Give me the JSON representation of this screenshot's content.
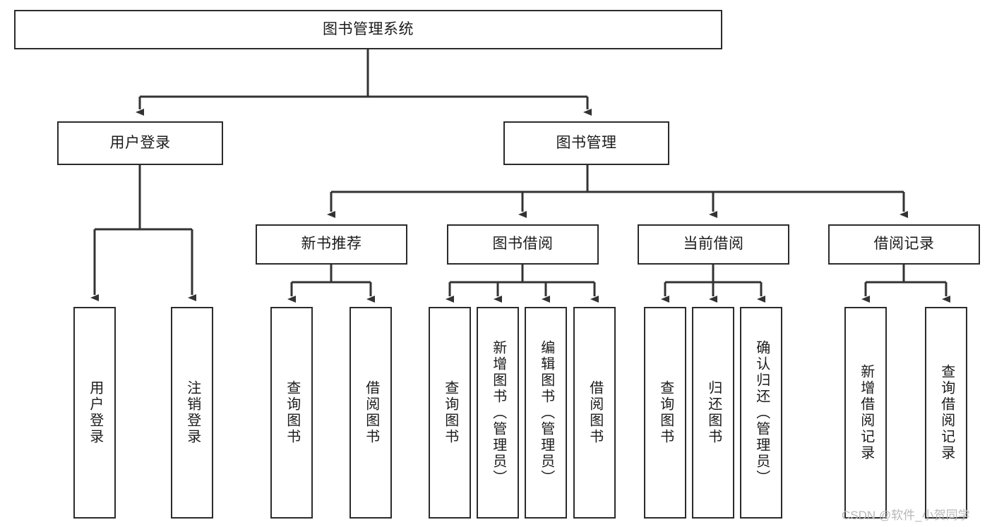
{
  "diagram": {
    "title": "图书管理系统",
    "watermark": "CSDN @软件_小贺同学",
    "theme": {
      "box_border": "#2b2b2b",
      "box_fill": "#ffffff",
      "line": "#333333",
      "text": "#1b1b1b",
      "watermark": "#b8b8b8",
      "background": "#ffffff"
    },
    "nodes": {
      "root": {
        "label": "图书管理系统",
        "level": 0,
        "orientation": "horizontal"
      },
      "user_login": {
        "label": "用户登录",
        "level": 1,
        "orientation": "horizontal"
      },
      "book_manage": {
        "label": "图书管理",
        "level": 1,
        "orientation": "horizontal"
      },
      "new_book_rec": {
        "label": "新书推荐",
        "level": 2,
        "orientation": "horizontal"
      },
      "book_borrow": {
        "label": "图书借阅",
        "level": 2,
        "orientation": "horizontal"
      },
      "current_borrow": {
        "label": "当前借阅",
        "level": 2,
        "orientation": "horizontal"
      },
      "borrow_record": {
        "label": "借阅记录",
        "level": 2,
        "orientation": "horizontal"
      },
      "leaf_user_login": {
        "label": "用户登录",
        "level": 3,
        "orientation": "vertical"
      },
      "leaf_logout": {
        "label": "注销登录",
        "level": 3,
        "orientation": "vertical"
      },
      "leaf_query_book_1": {
        "label": "查询图书",
        "level": 3,
        "orientation": "vertical"
      },
      "leaf_borrow_book_1": {
        "label": "借阅图书",
        "level": 3,
        "orientation": "vertical"
      },
      "leaf_query_book_2": {
        "label": "查询图书",
        "level": 3,
        "orientation": "vertical"
      },
      "leaf_add_book": {
        "label": "新增图书（管理员）",
        "level": 3,
        "orientation": "vertical"
      },
      "leaf_edit_book": {
        "label": "编辑图书（管理员）",
        "level": 3,
        "orientation": "vertical"
      },
      "leaf_borrow_book_2": {
        "label": "借阅图书",
        "level": 3,
        "orientation": "vertical"
      },
      "leaf_query_book_3": {
        "label": "查询图书",
        "level": 3,
        "orientation": "vertical"
      },
      "leaf_return_book": {
        "label": "归还图书",
        "level": 3,
        "orientation": "vertical"
      },
      "leaf_confirm_return": {
        "label": "确认归还（管理员）",
        "level": 3,
        "orientation": "vertical"
      },
      "leaf_add_record": {
        "label": "新增借阅记录",
        "level": 3,
        "orientation": "vertical"
      },
      "leaf_query_record": {
        "label": "查询借阅记录",
        "level": 3,
        "orientation": "vertical"
      }
    },
    "edges": [
      {
        "from": "root",
        "to": "user_login"
      },
      {
        "from": "root",
        "to": "book_manage"
      },
      {
        "from": "user_login",
        "to": "leaf_user_login"
      },
      {
        "from": "user_login",
        "to": "leaf_logout"
      },
      {
        "from": "book_manage",
        "to": "new_book_rec"
      },
      {
        "from": "book_manage",
        "to": "book_borrow"
      },
      {
        "from": "book_manage",
        "to": "current_borrow"
      },
      {
        "from": "book_manage",
        "to": "borrow_record"
      },
      {
        "from": "new_book_rec",
        "to": "leaf_query_book_1"
      },
      {
        "from": "new_book_rec",
        "to": "leaf_borrow_book_1"
      },
      {
        "from": "book_borrow",
        "to": "leaf_query_book_2"
      },
      {
        "from": "book_borrow",
        "to": "leaf_add_book"
      },
      {
        "from": "book_borrow",
        "to": "leaf_edit_book"
      },
      {
        "from": "book_borrow",
        "to": "leaf_borrow_book_2"
      },
      {
        "from": "current_borrow",
        "to": "leaf_query_book_3"
      },
      {
        "from": "current_borrow",
        "to": "leaf_return_book"
      },
      {
        "from": "current_borrow",
        "to": "leaf_confirm_return"
      },
      {
        "from": "borrow_record",
        "to": "leaf_add_record"
      },
      {
        "from": "borrow_record",
        "to": "leaf_query_record"
      }
    ]
  }
}
